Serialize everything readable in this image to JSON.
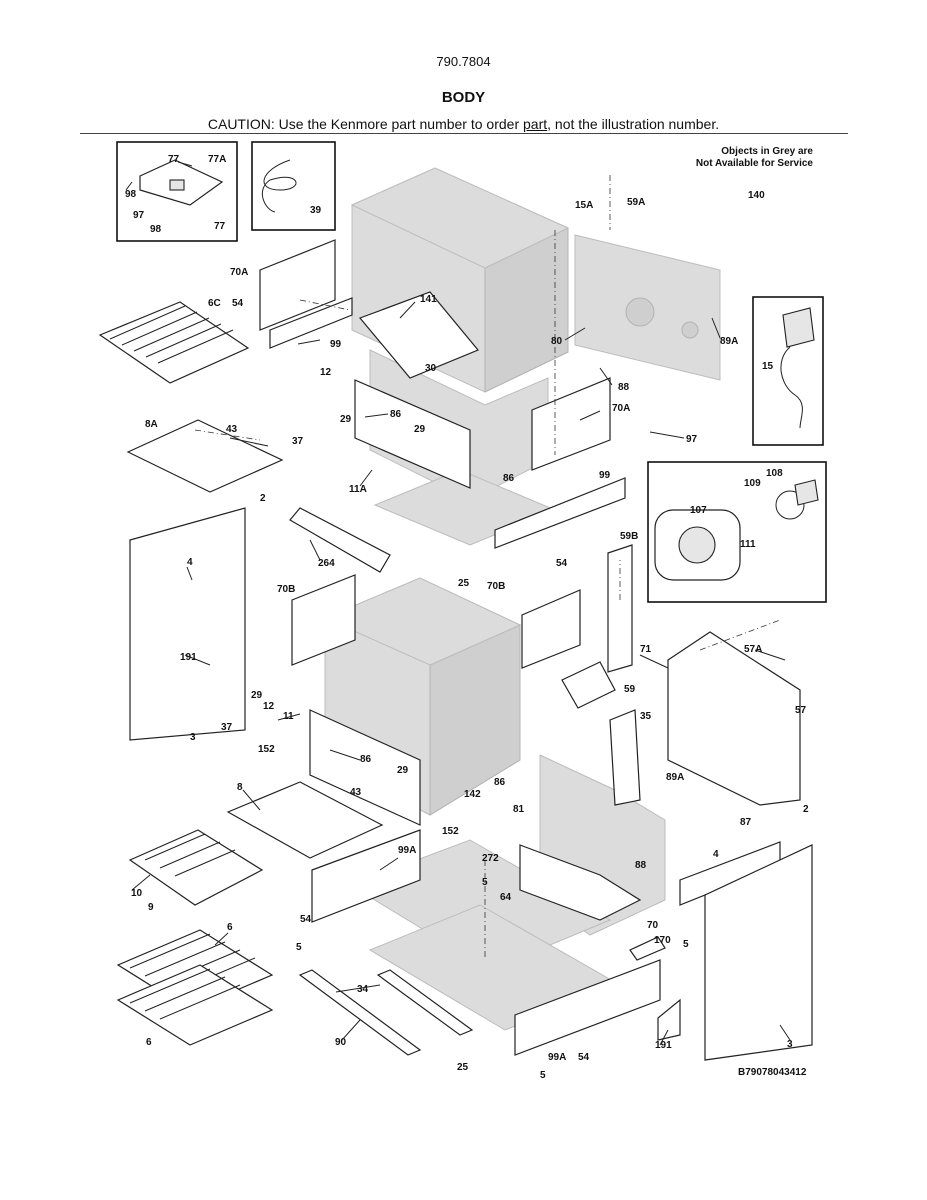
{
  "header": {
    "model": "790.7804",
    "title": "BODY",
    "caution_before": "CAUTION: Use the Kenmore part number to order ",
    "caution_link": "part",
    "caution_after": ", not the illustration number."
  },
  "note": {
    "line1": "Objects in Grey are",
    "line2": "Not Available for Service"
  },
  "figure_id": "B79078043412",
  "callouts": {
    "c77a": "77",
    "c77b": "77A",
    "c98a": "98",
    "c97a": "97",
    "c98b": "98",
    "c77c": "77",
    "c39": "39",
    "c15a": "15A",
    "c59a": "59A",
    "c140": "140",
    "c70a1": "70A",
    "c54a": "54",
    "c6c": "6C",
    "c99a": "99",
    "c141": "141",
    "c80": "80",
    "c89a1": "89A",
    "c88a": "88",
    "c15": "15",
    "c12a": "12",
    "c30": "30",
    "c29a": "29",
    "c86a": "86",
    "c8a": "8A",
    "c43a": "43",
    "c29b": "29",
    "c37a": "37",
    "c70a2": "70A",
    "c97b": "97",
    "c11a": "11A",
    "c86b": "86",
    "c108": "108",
    "c109": "109",
    "c107": "107",
    "c111": "111",
    "c2a": "2",
    "c99b": "99",
    "c264": "264",
    "c25a": "25",
    "c54b": "54",
    "c4a": "4",
    "c70b1": "70B",
    "c70b2": "70B",
    "c59b": "59B",
    "c191a": "191",
    "c71": "71",
    "c57a": "57A",
    "c59": "59",
    "c29c": "29",
    "c12b": "12",
    "c11": "11",
    "c3a": "3",
    "c37b": "37",
    "c152a": "152",
    "c86c": "86",
    "c29d": "29",
    "c35": "35",
    "c57": "57",
    "c8": "8",
    "c43b": "43",
    "c86d": "86",
    "c142": "142",
    "c89a2": "89A",
    "c81": "81",
    "c152b": "152",
    "c87": "87",
    "c2b": "2",
    "c4b": "4",
    "c99a1": "99A",
    "c272": "272",
    "c88b": "88",
    "c10": "10",
    "c9": "9",
    "c5a": "5",
    "c54c": "54",
    "c64": "64",
    "c70": "70",
    "c6a": "6",
    "c5b": "5",
    "c170": "170",
    "c5c": "5",
    "c34": "34",
    "c6b": "6",
    "c90": "90",
    "c191b": "191",
    "c3b": "3",
    "c25b": "25",
    "c99a2": "99A",
    "c54d": "54",
    "c5d": "5"
  }
}
